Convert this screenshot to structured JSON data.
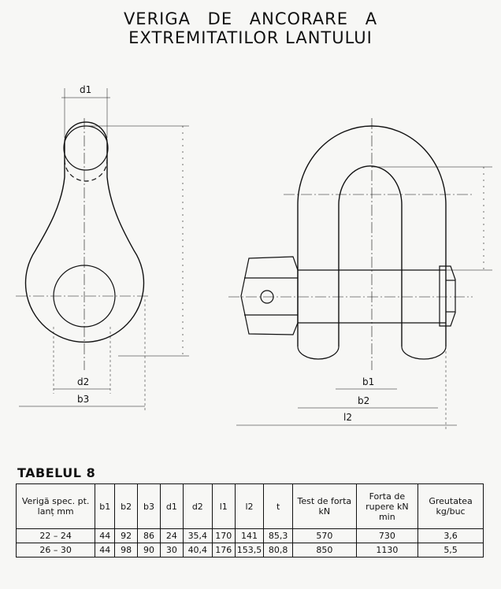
{
  "title": {
    "line1": "VERIGA DE ANCORARE A",
    "line2": "EXTREMITATILOR LANTULUI"
  },
  "drawing_labels": {
    "d1": "d1",
    "d2": "d2",
    "b3": "b3",
    "b1": "b1",
    "b2": "b2",
    "l2": "l2"
  },
  "table": {
    "caption": "TABELUL 8",
    "headers": [
      "Verigă spec. pt. lanț mm",
      "b1",
      "b2",
      "b3",
      "d1",
      "d2",
      "l1",
      "l2",
      "t",
      "Test de forta kN",
      "Forta de rupere kN min",
      "Greutatea kg/buc"
    ],
    "rows": [
      [
        "22 – 24",
        "44",
        "92",
        "86",
        "24",
        "35,4",
        "170",
        "141",
        "85,3",
        "570",
        "730",
        "3,6"
      ],
      [
        "26 – 30",
        "44",
        "98",
        "90",
        "30",
        "40,4",
        "176",
        "153,5",
        "80,8",
        "850",
        "1130",
        "5,5"
      ]
    ]
  }
}
